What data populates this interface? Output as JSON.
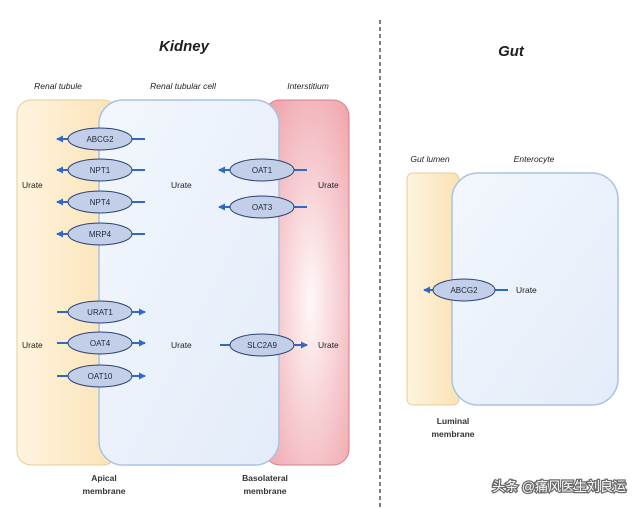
{
  "kidney": {
    "title": "Kidney",
    "regions": {
      "tubule": "Renal tubule",
      "cell": "Renal tubular cell",
      "interstitium": "Interstitium"
    },
    "urate_labels": [
      "Urate",
      "Urate",
      "Urate",
      "Urate",
      "Urate",
      "Urate"
    ],
    "membranes": {
      "apical": [
        "Apical",
        "membrane"
      ],
      "basolateral": [
        "Basolateral",
        "membrane"
      ]
    },
    "apical_transporters": [
      "ABCG2",
      "NPT1",
      "NPT4",
      "MRP4",
      "URAT1",
      "OAT4",
      "OAT10"
    ],
    "basolateral_transporters": [
      "OAT1",
      "OAT3",
      "SLC2A9"
    ]
  },
  "gut": {
    "title": "Gut",
    "regions": {
      "lumen": "Gut lumen",
      "enterocyte": "Enterocyte"
    },
    "urate_label": "Urate",
    "transporter": "ABCG2",
    "membrane": [
      "Luminal",
      "membrane"
    ]
  },
  "watermark": "头条 @痛风医生刘良运",
  "colors": {
    "tubule_fill": "#fbeac8",
    "cell_fill": "#e9f0fb",
    "interstitium_fill": "#f1aab0",
    "cell_stroke": "#a9c2e4",
    "transporter_fill": "#c3cfe8",
    "transporter_stroke": "#2c4470",
    "arrow": "#2f6ac7"
  }
}
